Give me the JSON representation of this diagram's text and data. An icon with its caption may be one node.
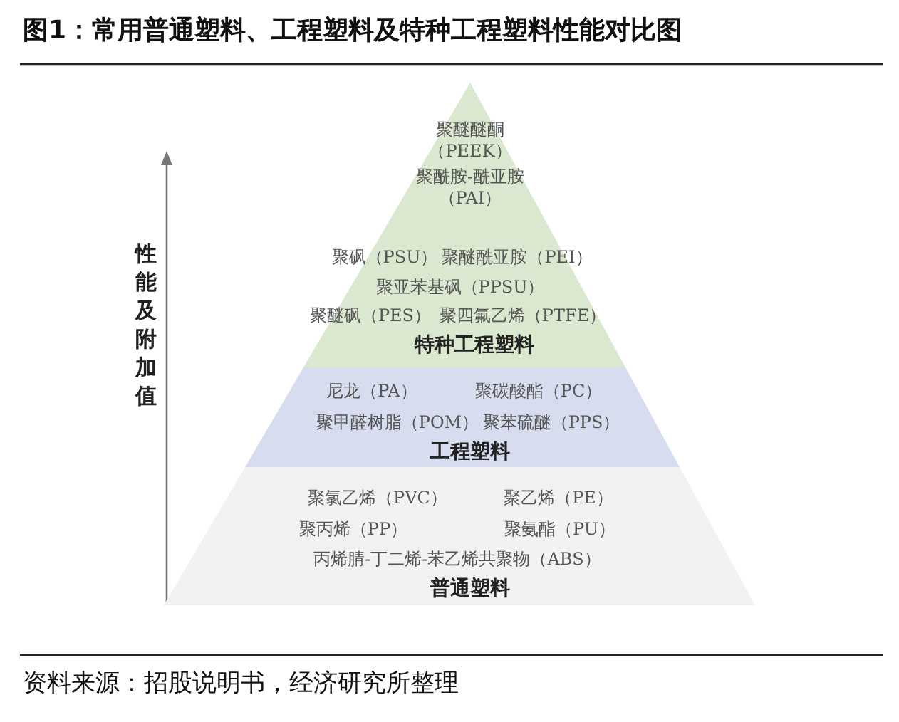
{
  "diagram": {
    "title": "图1：常用普通塑料、工程塑料及特种工程塑料性能对比图",
    "caption": "资料来源：招股说明书，经济研究所整理",
    "nodes": [
      {
        "text": [
          "聚醚醚酮（PEEK）",
          "聚酰胺-酰亚胺（PAI）",
          "聚砜（PSU）",
          "聚醚酰亚胺（PEI）",
          "聚亚苯基砜（PPSU）",
          "聚醚砜（PES）",
          "聚四氟乙烯（PTFE）",
          "特种工程塑料"
        ]
      },
      {
        "text": [
          "尼龙（PA）",
          "聚碳酸酯（PC）",
          "聚甲醛树脂（POM）",
          "聚苯硫醚（PPS）",
          "工程塑料"
        ]
      },
      {
        "text": [
          "聚氯乙烯（PVC）",
          "聚乙烯（PE）",
          "聚丙烯（PP）",
          "聚氨酯（PU）",
          "丙烯腈-丁二烯-苯乙烯共聚物（ABS）",
          "普通塑料"
        ]
      }
    ],
    "labels": [
      "性能及附加值"
    ]
  }
}
